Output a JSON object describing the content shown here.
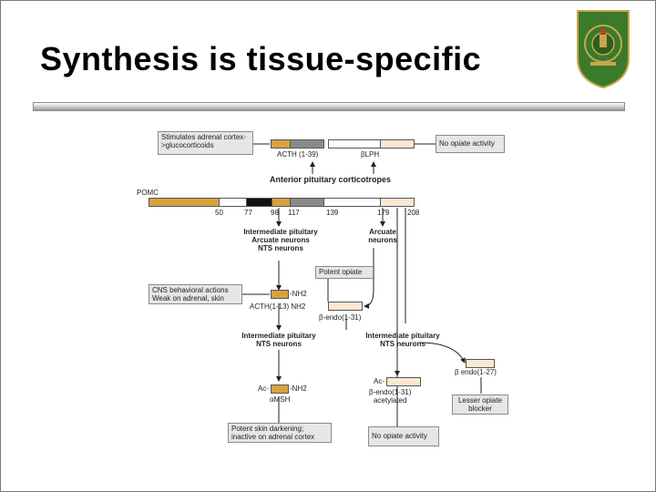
{
  "slide": {
    "title": "Synthesis is tissue-specific"
  },
  "diagram": {
    "box_adrenal": "Stimulates adrenal cortex->glucocorticoids",
    "box_no_opiate_top": "No opiate activity",
    "label_acth": "ACTH (1-39)",
    "label_blph": "βLPH",
    "label_anterior": "Anterior pituitary corticotropes",
    "label_pomc": "POMC",
    "ticks": [
      "50",
      "77",
      "98",
      "117",
      "139",
      "179",
      "208"
    ],
    "label_intermediate_1": "Intermediate pituitary\nArcuate neurons\nNTS neurons",
    "label_arcuate": "Arcuate\nneurons",
    "box_potent_opiate": "Potent opiate",
    "box_cns": "CNS behavioral actions Weak on adrenal, skin",
    "label_nh2_1": "-NH2",
    "label_acth_frag": "ACTH(1-13) NH2",
    "label_bendo_1": "β-endo(1-31)",
    "label_intermediate_2": "Intermediate pituitary\nNTS neurons",
    "label_intermediate_3": "Intermediate pituitary\nNTS neurons",
    "label_bendo_27": "β endo(1-27)",
    "label_ac_1": "Ac-",
    "label_nh2_2": "-NH2",
    "label_amsh": "αMSH",
    "label_ac_2": "Ac-",
    "label_bendo_acet": "β-endo(1-31)\nacetylated",
    "box_lesser": "Lesser opiate blocker",
    "box_skin": "Potent skin darkening; inactive on adrenal cortex",
    "box_no_opiate_bottom": "No opiate activity"
  },
  "colors": {
    "orange": "#d9a040",
    "gray": "#8a8a8a",
    "black": "#111111",
    "cream": "#fbe8d2",
    "logo_green": "#3a7a2a",
    "logo_gold": "#c9a64a"
  },
  "icons": {
    "logo": "university-seal-icon"
  }
}
